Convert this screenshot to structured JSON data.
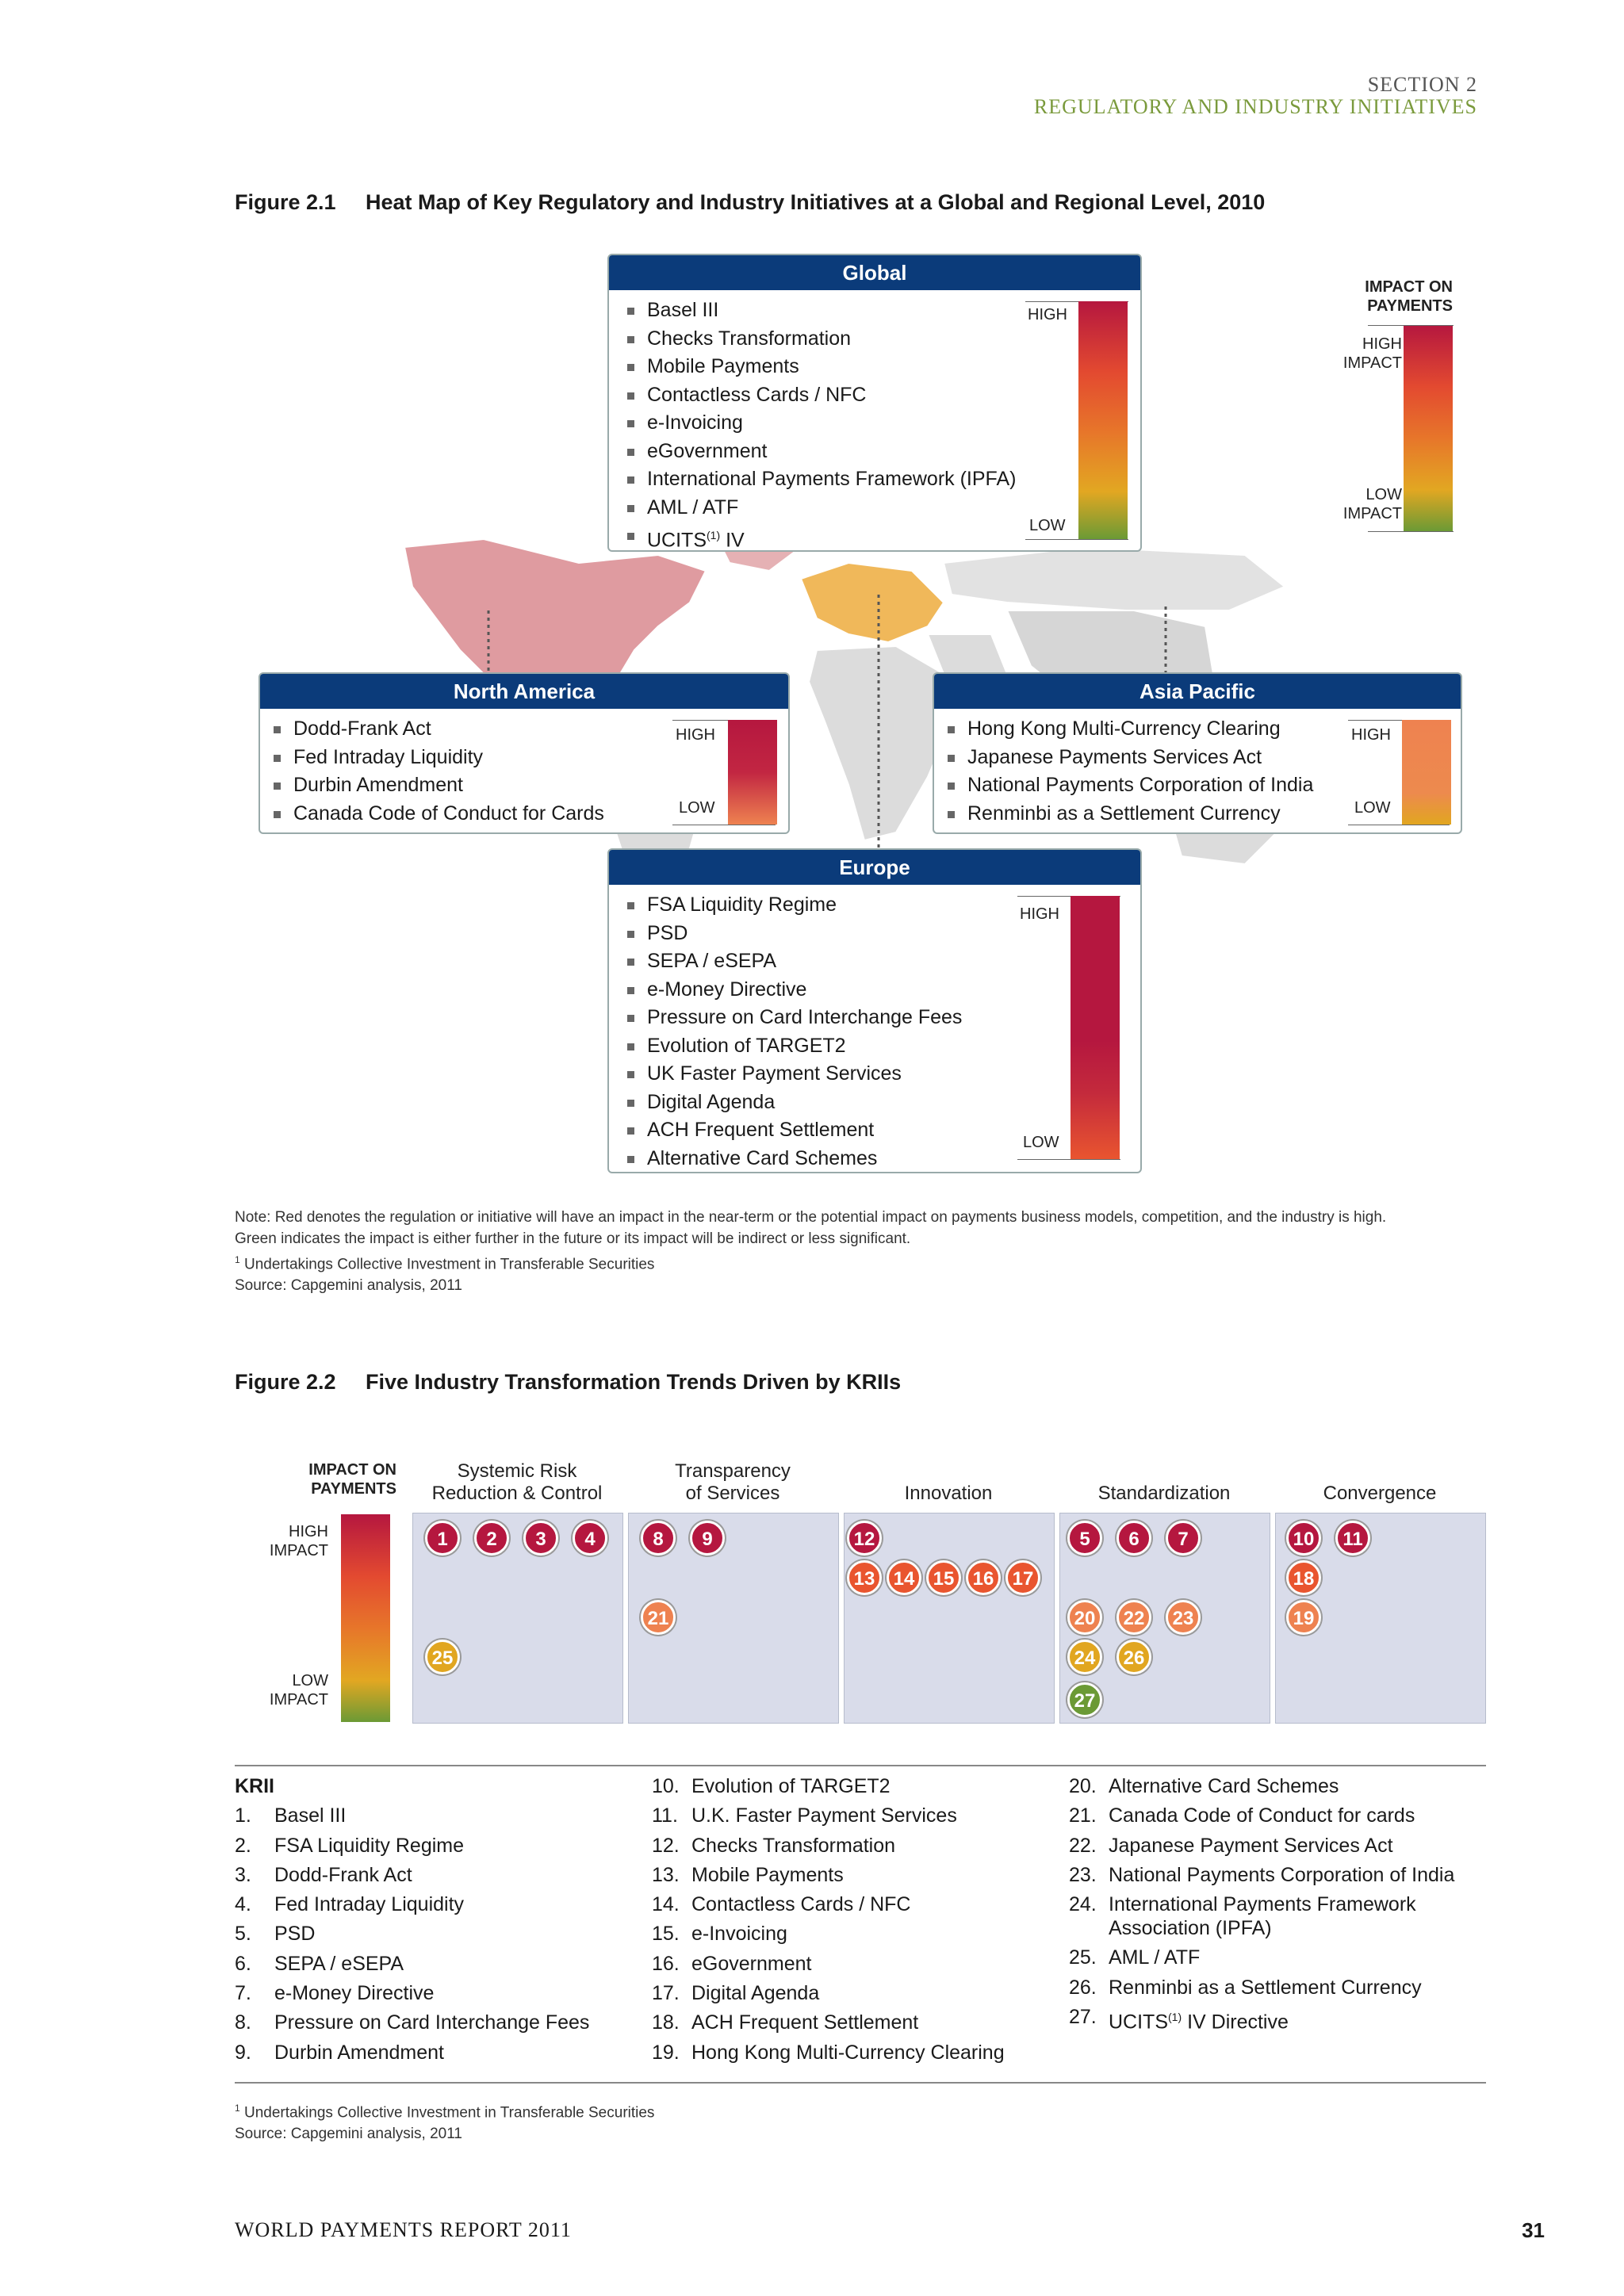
{
  "header": {
    "section": "SECTION 2",
    "subtitle": "REGULATORY AND INDUSTRY INITIATIVES"
  },
  "fig1": {
    "number": "Figure 2.1",
    "title": "Heat Map of Key Regulatory and Industry Initiatives at a Global and Regional Level, 2010",
    "legend": {
      "title_1": "IMPACT ON",
      "title_2": "PAYMENTS",
      "high_1": "HIGH",
      "high_2": "IMPACT",
      "low_1": "LOW",
      "low_2": "IMPACT"
    },
    "high": "HIGH",
    "low": "LOW",
    "global": {
      "title": "Global",
      "items": [
        "Basel III",
        "Checks Transformation",
        "Mobile Payments",
        "Contactless Cards / NFC",
        "e-Invoicing",
        "eGovernment",
        "International Payments Framework (IPFA)",
        "AML / ATF",
        "UCITS"
      ],
      "last_sup": "(1)",
      "last_suffix": " IV"
    },
    "north_america": {
      "title": "North America",
      "items": [
        "Dodd-Frank Act",
        "Fed Intraday Liquidity",
        "Durbin Amendment",
        "Canada Code of Conduct for Cards"
      ]
    },
    "asia_pacific": {
      "title": "Asia Pacific",
      "items": [
        "Hong Kong Multi-Currency Clearing",
        "Japanese Payments Services Act",
        "National Payments Corporation of India",
        "Renminbi as a Settlement Currency"
      ]
    },
    "europe": {
      "title": "Europe",
      "items": [
        "FSA Liquidity Regime",
        "PSD",
        "SEPA / eSEPA",
        "e-Money Directive",
        "Pressure on Card Interchange Fees",
        "Evolution of TARGET2",
        "UK Faster Payment Services",
        "Digital Agenda",
        "ACH Frequent Settlement",
        "Alternative Card Schemes"
      ]
    },
    "note_1": "Note: Red denotes the regulation or initiative will have an impact in the near-term or the potential impact on payments business models, competition, and the industry is high.",
    "note_2": "Green indicates the impact is either further in the future or its impact will be indirect or less significant.",
    "footnote_mark": "1",
    "footnote": " Undertakings Collective Investment in Transferable Securities",
    "source": "Source: Capgemini analysis, 2011"
  },
  "fig2": {
    "number": "Figure 2.2",
    "title": "Five Industry Transformation Trends Driven by KRIIs",
    "legend": {
      "title_1": "IMPACT ON",
      "title_2": "PAYMENTS",
      "high_1": "HIGH",
      "high_2": "IMPACT",
      "low_1": "LOW",
      "low_2": "IMPACT"
    },
    "columns": [
      {
        "line1": "Systemic Risk",
        "line2": "Reduction & Control"
      },
      {
        "line1": "Transparency",
        "line2": "of Services"
      },
      {
        "line1": "",
        "line2": "Innovation"
      },
      {
        "line1": "",
        "line2": "Standardization"
      },
      {
        "line1": "",
        "line2": "Convergence"
      }
    ],
    "bubbles": [
      {
        "n": "1",
        "col": 0,
        "level": 1
      },
      {
        "n": "2",
        "col": 0,
        "level": 1
      },
      {
        "n": "3",
        "col": 0,
        "level": 1
      },
      {
        "n": "4",
        "col": 0,
        "level": 1
      },
      {
        "n": "25",
        "col": 0,
        "level": 4
      },
      {
        "n": "8",
        "col": 1,
        "level": 1
      },
      {
        "n": "9",
        "col": 1,
        "level": 1
      },
      {
        "n": "21",
        "col": 1,
        "level": 3
      },
      {
        "n": "12",
        "col": 2,
        "level": 1
      },
      {
        "n": "13",
        "col": 2,
        "level": 2
      },
      {
        "n": "14",
        "col": 2,
        "level": 2
      },
      {
        "n": "15",
        "col": 2,
        "level": 2
      },
      {
        "n": "16",
        "col": 2,
        "level": 2
      },
      {
        "n": "17",
        "col": 2,
        "level": 2
      },
      {
        "n": "5",
        "col": 3,
        "level": 1
      },
      {
        "n": "6",
        "col": 3,
        "level": 1
      },
      {
        "n": "7",
        "col": 3,
        "level": 1
      },
      {
        "n": "20",
        "col": 3,
        "level": 3
      },
      {
        "n": "22",
        "col": 3,
        "level": 3
      },
      {
        "n": "23",
        "col": 3,
        "level": 3
      },
      {
        "n": "24",
        "col": 3,
        "level": 4
      },
      {
        "n": "26",
        "col": 3,
        "level": 4
      },
      {
        "n": "27",
        "col": 3,
        "level": 5
      },
      {
        "n": "10",
        "col": 4,
        "level": 1
      },
      {
        "n": "11",
        "col": 4,
        "level": 1
      },
      {
        "n": "18",
        "col": 4,
        "level": 2
      },
      {
        "n": "19",
        "col": 4,
        "level": 3
      }
    ],
    "level_colors": {
      "1": "#b5173f",
      "2": "#e9552f",
      "3": "#ee8250",
      "4": "#e1a620",
      "5": "#6b9a35"
    },
    "kri_title": "KRII",
    "kri_col1": [
      [
        "1.",
        "Basel III"
      ],
      [
        "2.",
        "FSA Liquidity Regime"
      ],
      [
        "3.",
        "Dodd-Frank Act"
      ],
      [
        "4.",
        "Fed Intraday Liquidity"
      ],
      [
        "5.",
        "PSD"
      ],
      [
        "6.",
        "SEPA / eSEPA"
      ],
      [
        "7.",
        "e-Money Directive"
      ],
      [
        "8.",
        "Pressure on Card Interchange Fees"
      ],
      [
        "9.",
        "Durbin Amendment"
      ]
    ],
    "kri_col2": [
      [
        "10.",
        "Evolution of TARGET2"
      ],
      [
        "11.",
        "U.K. Faster Payment Services"
      ],
      [
        "12.",
        "Checks Transformation"
      ],
      [
        "13.",
        "Mobile Payments"
      ],
      [
        "14.",
        "Contactless Cards / NFC"
      ],
      [
        "15.",
        "e-Invoicing"
      ],
      [
        "16.",
        "eGovernment"
      ],
      [
        "17.",
        "Digital Agenda"
      ],
      [
        "18.",
        "ACH Frequent Settlement"
      ],
      [
        "19.",
        "Hong Kong Multi-Currency Clearing"
      ]
    ],
    "kri_col3": [
      [
        "20.",
        "Alternative Card Schemes"
      ],
      [
        "21.",
        "Canada Code of Conduct for cards"
      ],
      [
        "22.",
        "Japanese Payment Services Act"
      ],
      [
        "23.",
        "National Payments Corporation of India"
      ],
      [
        "24.",
        "International Payments Framework Association (IPFA)"
      ],
      [
        "25.",
        "AML / ATF"
      ],
      [
        "26.",
        "Renminbi as a Settlement Currency"
      ],
      [
        "27.",
        "UCITS"
      ]
    ],
    "kri_last_sup": "(1)",
    "kri_last_suffix": " IV Directive",
    "footnote_mark": "1",
    "footnote": " Undertakings Collective Investment in Transferable Securities",
    "source": "Source: Capgemini analysis, 2011"
  },
  "footer": {
    "report": "WORLD PAYMENTS REPORT 2011",
    "page": "31"
  }
}
